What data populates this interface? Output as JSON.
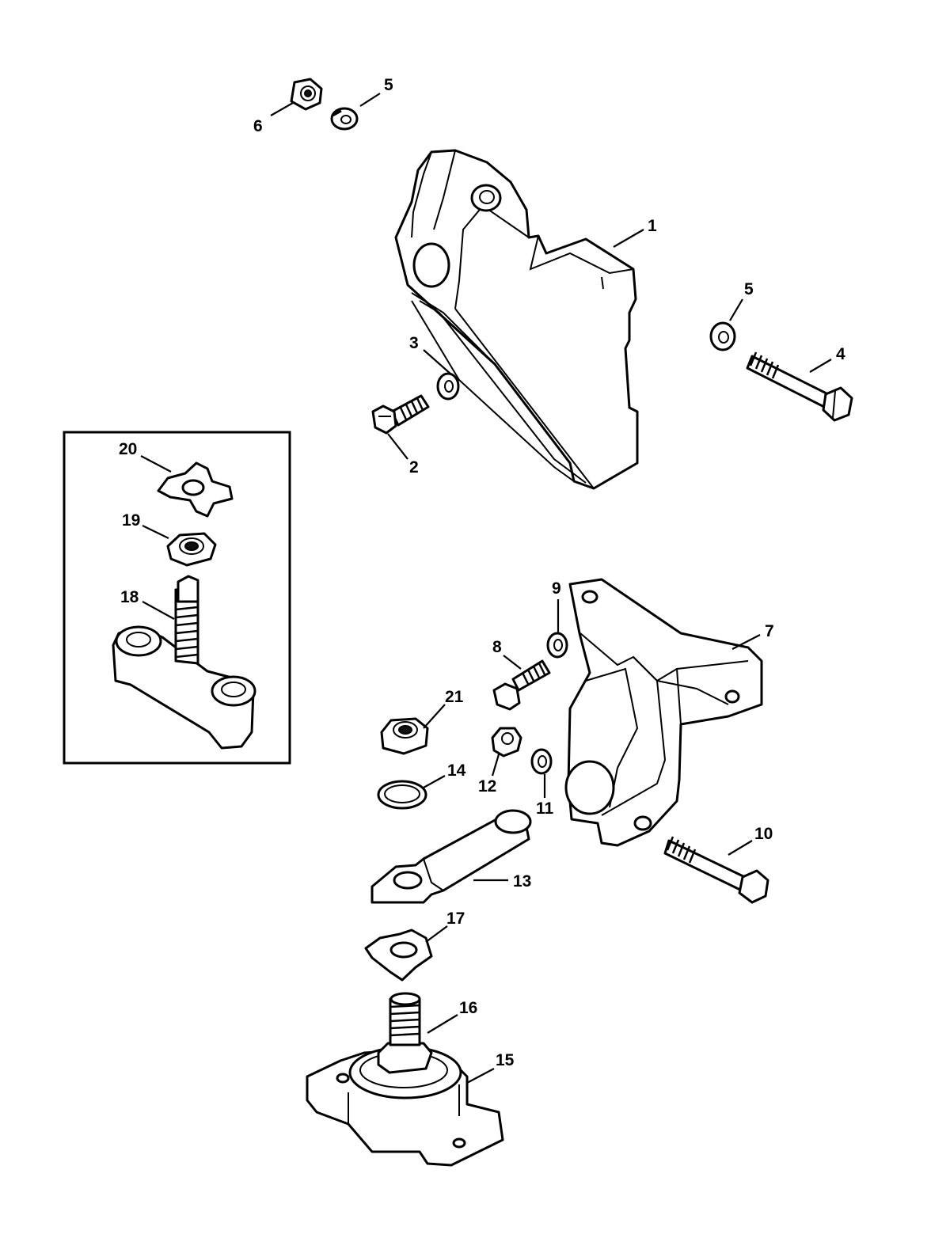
{
  "callouts": {
    "c1": "1",
    "c2": "2",
    "c3": "3",
    "c4": "4",
    "c5a": "5",
    "c5b": "5",
    "c6": "6",
    "c7": "7",
    "c8": "8",
    "c9": "9",
    "c10": "10",
    "c11": "11",
    "c12": "12",
    "c13": "13",
    "c14": "14",
    "c15": "15",
    "c16": "16",
    "c17": "17",
    "c18": "18",
    "c19": "19",
    "c20": "20",
    "c21": "21"
  },
  "colors": {
    "line": "#000000",
    "background": "#ffffff"
  }
}
